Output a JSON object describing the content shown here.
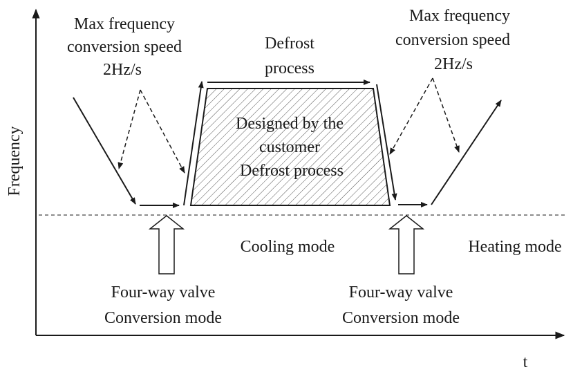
{
  "axes": {
    "y_label": "Frequency",
    "x_label": "t"
  },
  "annotations": {
    "left_speed": [
      "Max frequency",
      "conversion speed",
      "2Hz/s"
    ],
    "right_speed": [
      "Max frequency",
      "conversion speed",
      "2Hz/s"
    ],
    "defrost": [
      "Defrost",
      "process"
    ],
    "customer_box": [
      "Designed by the",
      "customer",
      "Defrost process"
    ],
    "cooling_mode": "Cooling mode",
    "heating_mode": "Heating mode",
    "left_valve": [
      "Four-way valve",
      "Conversion mode"
    ],
    "right_valve": [
      "Four-way valve",
      "Conversion mode"
    ]
  },
  "colors": {
    "ink": "#1a1a1a",
    "hatch": "#555555"
  }
}
